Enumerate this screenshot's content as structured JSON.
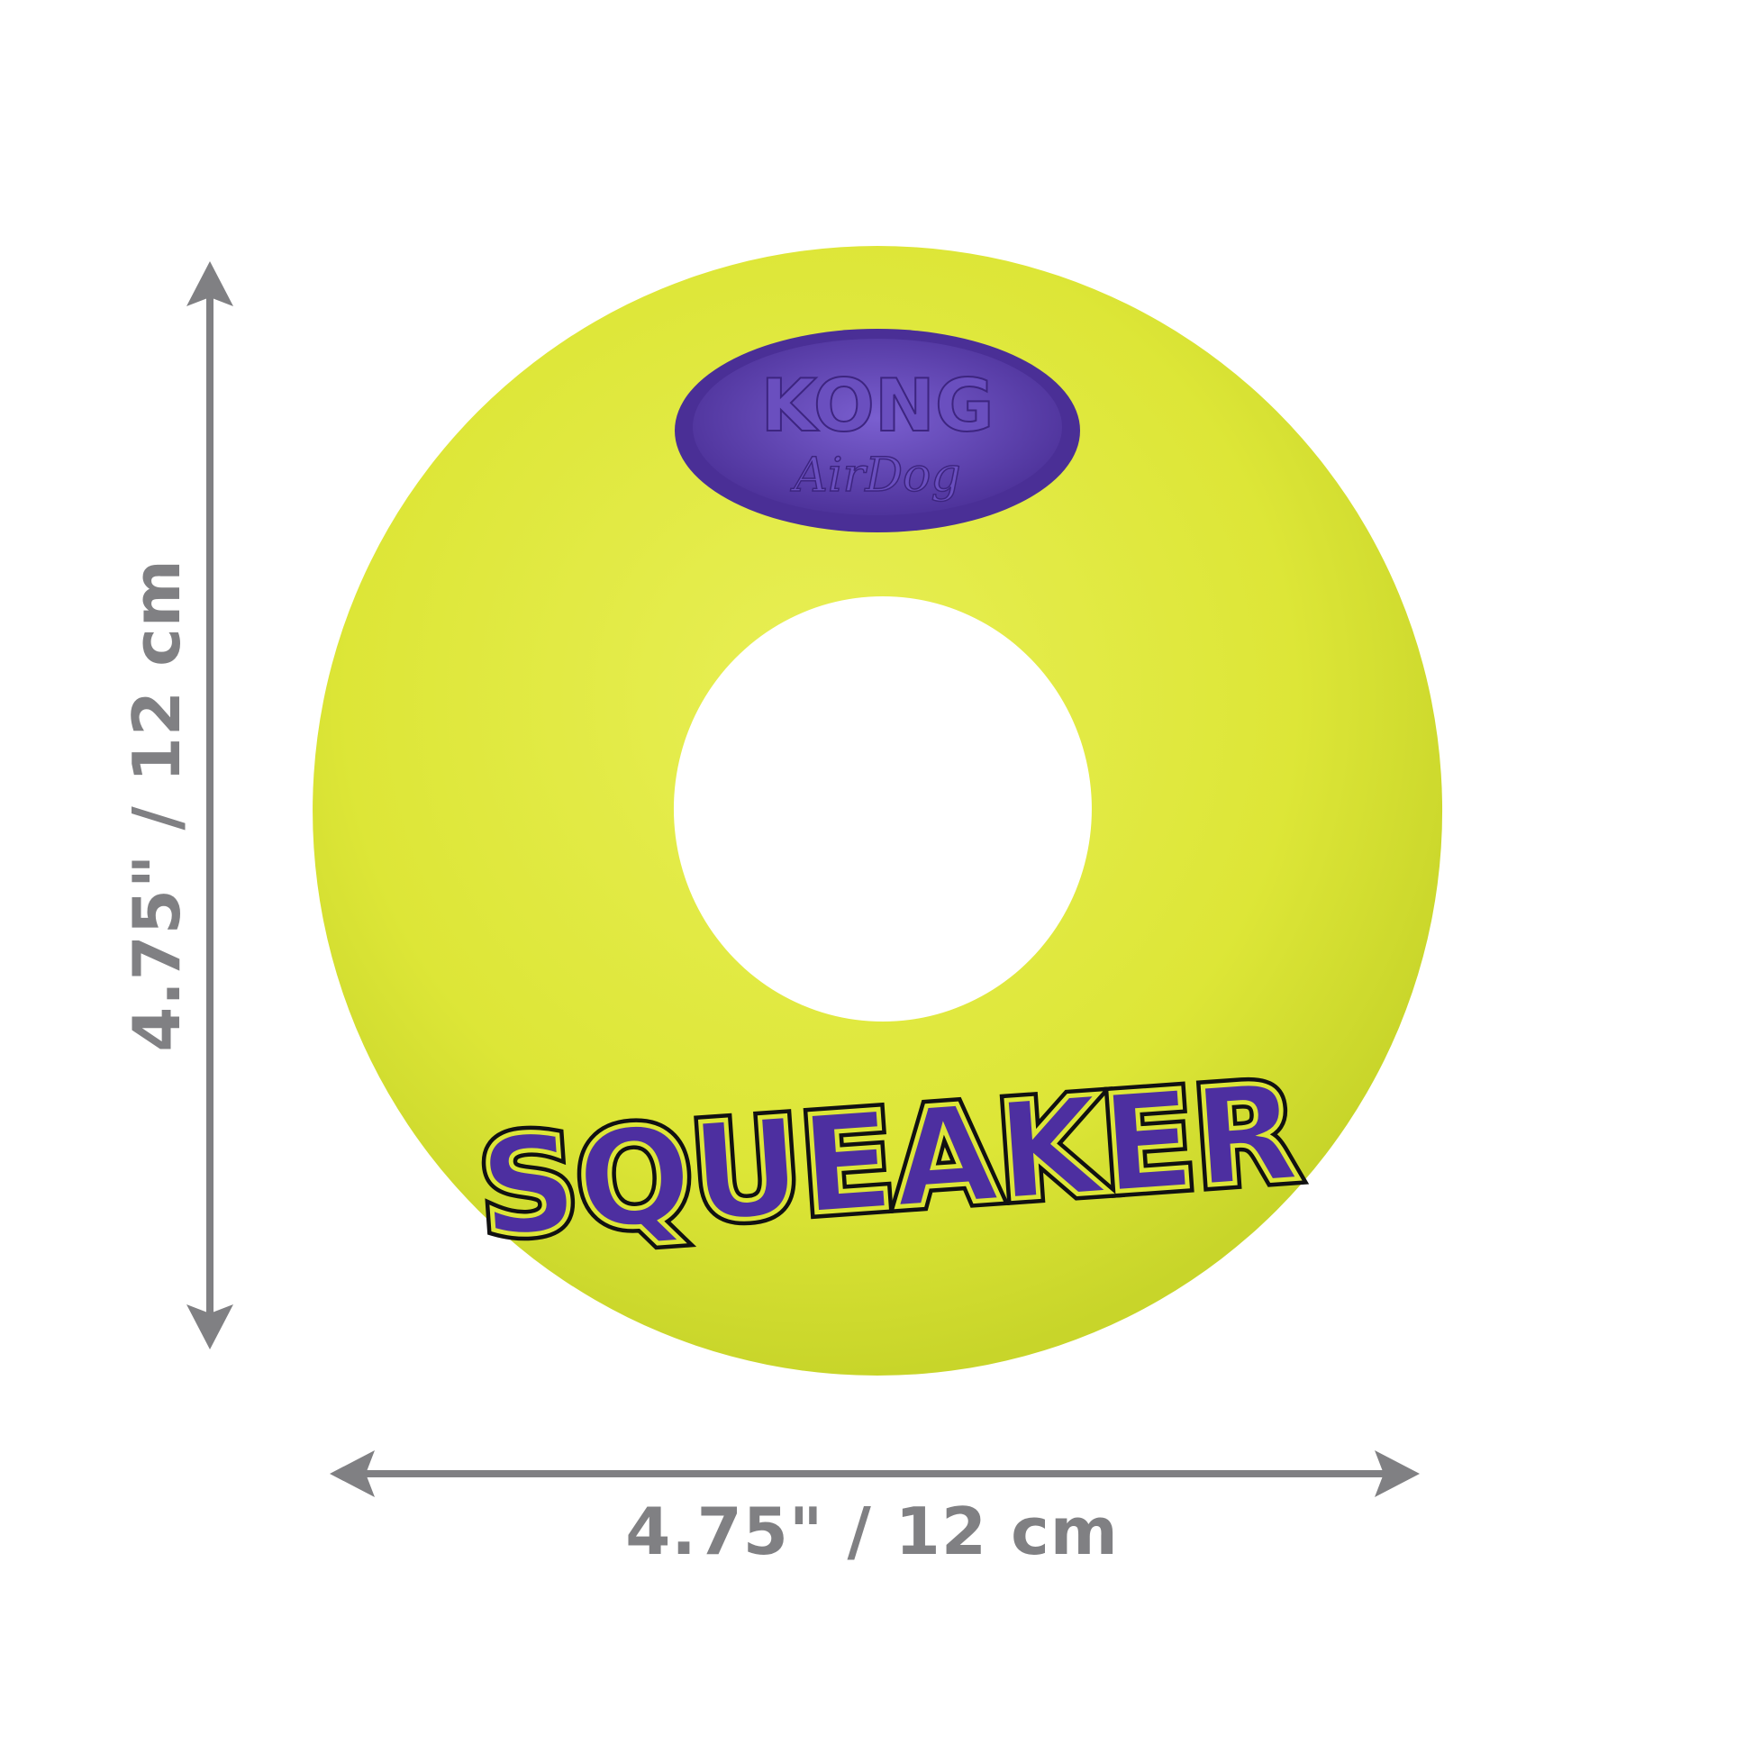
{
  "product": {
    "brand_logo": "KONG",
    "brand_sub": "AirDog",
    "print_text": "SQUEAKER"
  },
  "dimensions": {
    "height_label": "4.75\" / 12 cm",
    "width_label": "4.75\" / 12 cm"
  },
  "colors": {
    "felt": "#dfe83a",
    "purple": "#5a3fa6",
    "arrow": "#808083"
  }
}
